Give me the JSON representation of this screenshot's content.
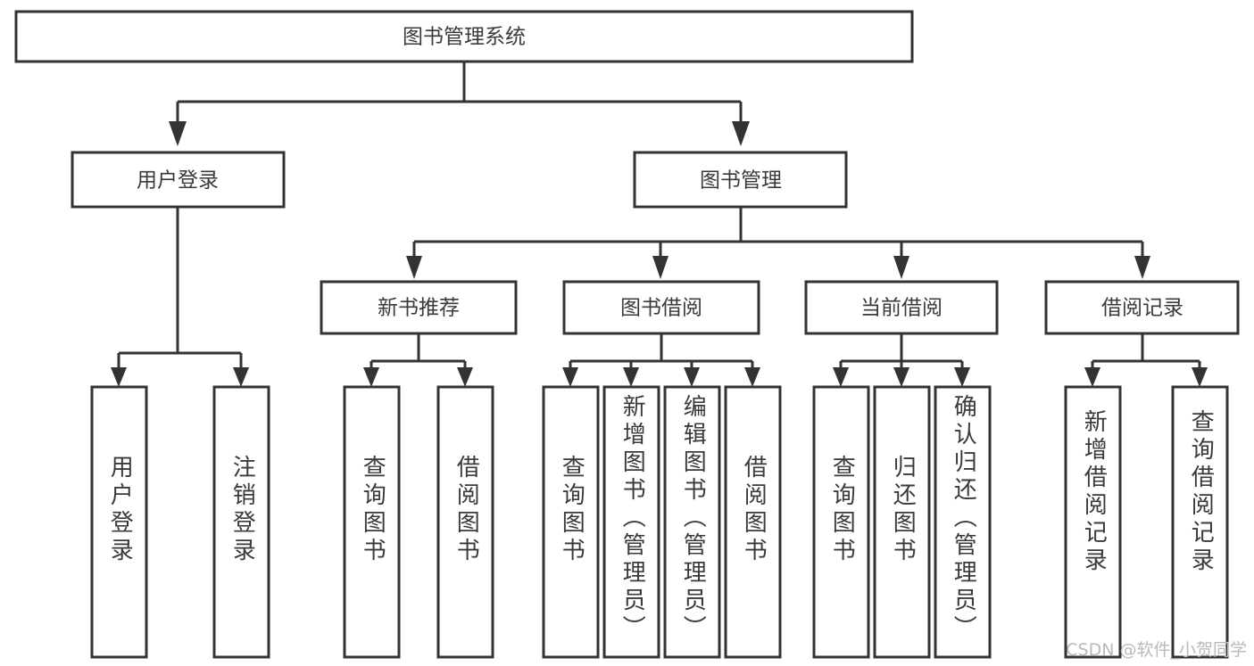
{
  "diagram": {
    "type": "tree",
    "title": "图书管理系统",
    "watermark": "CSDN @软件_小贺同学",
    "root": {
      "id": "root",
      "label": "图书管理系统"
    },
    "level2": [
      {
        "id": "user-login",
        "label": "用户登录"
      },
      {
        "id": "book-management",
        "label": "图书管理"
      }
    ],
    "level3": [
      {
        "id": "new-book-recommend",
        "label": "新书推荐",
        "parent": "book-management"
      },
      {
        "id": "book-borrow",
        "label": "图书借阅",
        "parent": "book-management"
      },
      {
        "id": "current-borrow",
        "label": "当前借阅",
        "parent": "book-management"
      },
      {
        "id": "borrow-record",
        "label": "借阅记录",
        "parent": "book-management"
      }
    ],
    "leaves": [
      {
        "id": "leaf-user-login",
        "label": "用户登录",
        "parent": "user-login"
      },
      {
        "id": "leaf-logout-login",
        "label": "注销登录",
        "parent": "user-login"
      },
      {
        "id": "leaf-query-book-1",
        "label": "查询图书",
        "parent": "new-book-recommend"
      },
      {
        "id": "leaf-borrow-book-1",
        "label": "借阅图书",
        "parent": "new-book-recommend"
      },
      {
        "id": "leaf-query-book-2",
        "label": "查询图书",
        "parent": "book-borrow"
      },
      {
        "id": "leaf-add-book",
        "label": "新增图书（管理员）",
        "parent": "book-borrow"
      },
      {
        "id": "leaf-edit-book",
        "label": "编辑图书（管理员）",
        "parent": "book-borrow"
      },
      {
        "id": "leaf-borrow-book-2",
        "label": "借阅图书",
        "parent": "book-borrow"
      },
      {
        "id": "leaf-query-book-3",
        "label": "查询图书",
        "parent": "current-borrow"
      },
      {
        "id": "leaf-return-book",
        "label": "归还图书",
        "parent": "current-borrow"
      },
      {
        "id": "leaf-confirm-return",
        "label": "确认归还（管理员）",
        "parent": "current-borrow"
      },
      {
        "id": "leaf-add-record",
        "label": "新增借阅记录",
        "parent": "borrow-record"
      },
      {
        "id": "leaf-query-record",
        "label": "查询借阅记录",
        "parent": "borrow-record"
      }
    ],
    "colors": {
      "stroke": "#333333",
      "fill": "#ffffff",
      "text": "#3a3a3a",
      "watermark": "#b9b9b9"
    }
  }
}
